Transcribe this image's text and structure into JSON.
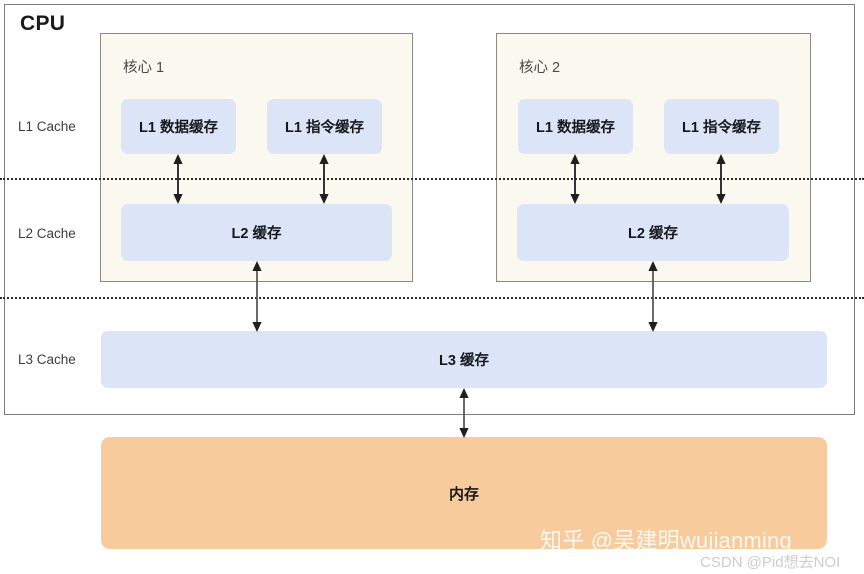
{
  "diagram": {
    "title": "CPU",
    "row_labels": [
      {
        "id": "l1",
        "text": "L1 Cache"
      },
      {
        "id": "l2",
        "text": "L2 Cache"
      },
      {
        "id": "l3",
        "text": "L3 Cache"
      }
    ],
    "cores": [
      {
        "title": "核心 1",
        "l1_data": "L1 数据缓存",
        "l1_instruction": "L1 指令缓存",
        "l2": "L2 缓存"
      },
      {
        "title": "核心 2",
        "l1_data": "L1 数据缓存",
        "l1_instruction": "L1 指令缓存",
        "l2": "L2 缓存"
      }
    ],
    "l3_label": "L3 缓存",
    "memory_label": "内存",
    "colors": {
      "cache_blue": "#dce4f7",
      "core_cream": "#fbf8ef",
      "memory_orange": "#f7cb9c",
      "frame_gray": "#7d7d7d",
      "arrow_dark": "#1f1f1f",
      "background": "#ffffff"
    }
  },
  "watermarks": {
    "zhihu": "知乎 @吴建明wujianming",
    "csdn": "CSDN @Pid想去NOI"
  }
}
